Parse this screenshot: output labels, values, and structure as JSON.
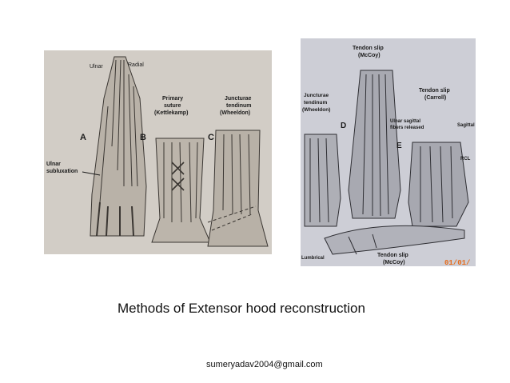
{
  "slide": {
    "caption": "Methods of Extensor hood reconstruction",
    "email": "sumeryadav2004@gmail.com"
  },
  "figure_left": {
    "labels": {
      "ulnar": "Ulnar",
      "radial": "Radial",
      "primary_suture_l1": "Primary",
      "primary_suture_l2": "suture",
      "primary_suture_l3": "(Kettlekamp)",
      "juncturae_l1": "Juncturae",
      "juncturae_l2": "tendinum",
      "juncturae_l3": "(Wheeldon)",
      "panel_a": "A",
      "panel_b": "B",
      "panel_c": "C",
      "ulnar_sub_l1": "Ulnar",
      "ulnar_sub_l2": "subluxation"
    }
  },
  "figure_right": {
    "labels": {
      "tendon_slip_mccoy_top_l1": "Tendon slip",
      "tendon_slip_mccoy_top_l2": "(McCoy)",
      "juncturae_l1": "Juncturae",
      "juncturae_l2": "tendinum",
      "juncturae_l3": "(Wheeldon)",
      "tendon_slip_carroll_l1": "Tendon slip",
      "tendon_slip_carroll_l2": "(Carroll)",
      "ulnar_sagittal_l1": "Ulnar sagittal",
      "ulnar_sagittal_l2": "fibers released",
      "radial_sagittal": "Sagittal",
      "rcl": "RCL",
      "panel_d": "D",
      "panel_e": "E",
      "lumbrical": "Lumbrical",
      "tendon_slip_mccoy_bottom_l1": "Tendon slip",
      "tendon_slip_mccoy_bottom_l2": "(McCoy)",
      "date_stamp": "01/01/"
    }
  }
}
